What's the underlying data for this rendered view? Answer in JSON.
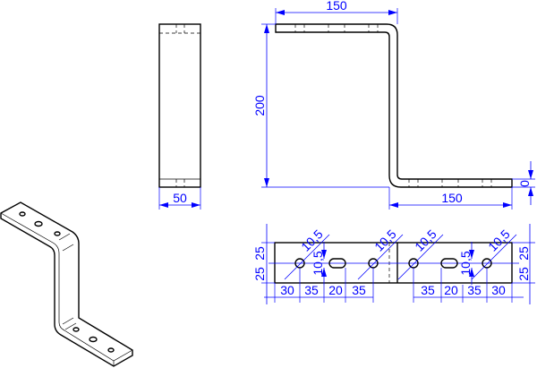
{
  "side_view": {
    "width_label": "50"
  },
  "front_view": {
    "top_flange_label": "150",
    "height_label": "200",
    "bottom_flange_label": "150",
    "offset_label": "0"
  },
  "plan_view": {
    "hole_labels": [
      "10,5",
      "10,5",
      "10,5",
      "10,5"
    ],
    "slot_labels": [
      "10,5",
      "10,5"
    ],
    "left_vertical": [
      "25",
      "25"
    ],
    "right_vertical": [
      "25",
      "25"
    ],
    "bottom_dims": [
      "30",
      "35",
      "20",
      "35",
      "35",
      "20",
      "35",
      "30"
    ]
  },
  "colors": {
    "dimension": "#0000ff",
    "outline": "#000000"
  }
}
